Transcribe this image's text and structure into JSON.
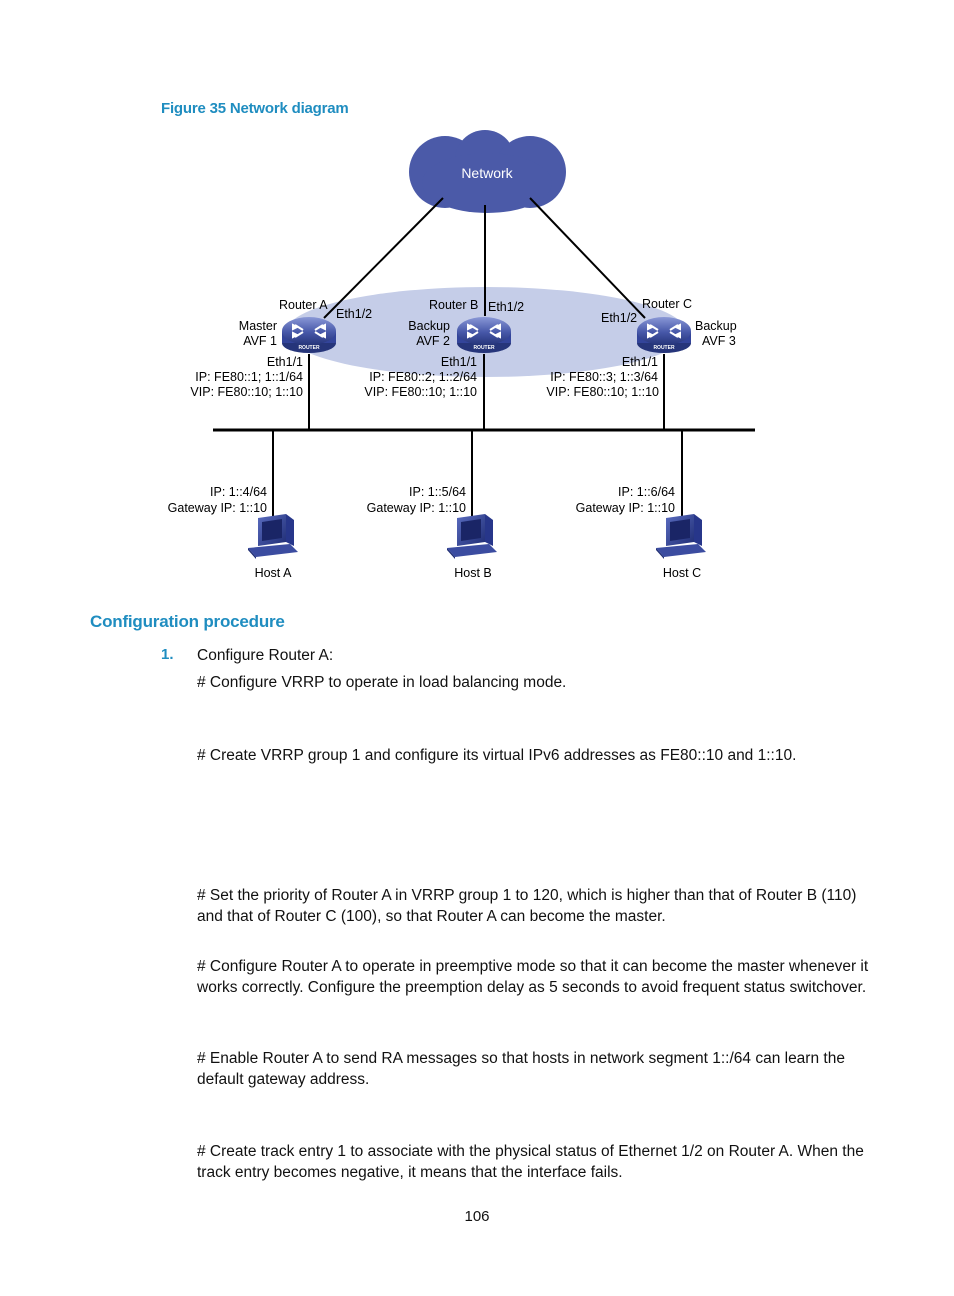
{
  "figure": {
    "caption": "Figure 35 Network diagram",
    "network_label": "Network",
    "routers": [
      {
        "name": "Router A",
        "eth_up": "Eth1/2",
        "role": "Master",
        "avf": "AVF 1",
        "eth_down": "Eth1/1",
        "ip": "IP: FE80::1; 1::1/64",
        "vip": "VIP: FE80::10; 1::10",
        "badge": "ROUTER"
      },
      {
        "name": "Router B",
        "eth_up": "Eth1/2",
        "role": "Backup",
        "avf": "AVF 2",
        "eth_down": "Eth1/1",
        "ip": "IP: FE80::2; 1::2/64",
        "vip": "VIP: FE80::10; 1::10",
        "badge": "ROUTER"
      },
      {
        "name": "Router C",
        "eth_up": "Eth1/2",
        "role": "Backup",
        "avf": "AVF 3",
        "eth_down": "Eth1/1",
        "ip": "IP: FE80::3; 1::3/64",
        "vip": "VIP: FE80::10; 1::10",
        "badge": "ROUTER"
      }
    ],
    "hosts": [
      {
        "name": "Host A",
        "ip": "IP: 1::4/64",
        "gateway": "Gateway IP: 1::10"
      },
      {
        "name": "Host B",
        "ip": "IP: 1::5/64",
        "gateway": "Gateway IP: 1::10"
      },
      {
        "name": "Host C",
        "ip": "IP: 1::6/64",
        "gateway": "Gateway IP: 1::10"
      }
    ],
    "colors": {
      "cloud": "#4b5aa8",
      "vrrp_ellipse": "#c5cde8",
      "router": "#3d4f9e",
      "host": "#2f3f8f"
    }
  },
  "section": {
    "heading": "Configuration procedure",
    "step_number": "1.",
    "step_label": "Configure Router A:"
  },
  "paragraphs": [
    "# Configure VRRP to operate in load balancing mode.",
    "# Create VRRP group 1 and configure its virtual IPv6 addresses as FE80::10 and 1::10.",
    "# Set the priority of Router A in VRRP group 1 to 120, which is higher than that of Router B (110) and that of Router C (100), so that Router A can become the master.",
    "# Configure Router A to operate in preemptive mode so that it can become the master whenever it works correctly. Configure the preemption delay as 5 seconds to avoid frequent status switchover.",
    "# Enable Router A to send RA messages so that hosts in network segment 1::/64 can learn the default gateway address.",
    "# Create track entry 1 to associate with the physical status of Ethernet 1/2 on Router A. When the track entry becomes negative, it means that the interface fails."
  ],
  "page_number": "106"
}
